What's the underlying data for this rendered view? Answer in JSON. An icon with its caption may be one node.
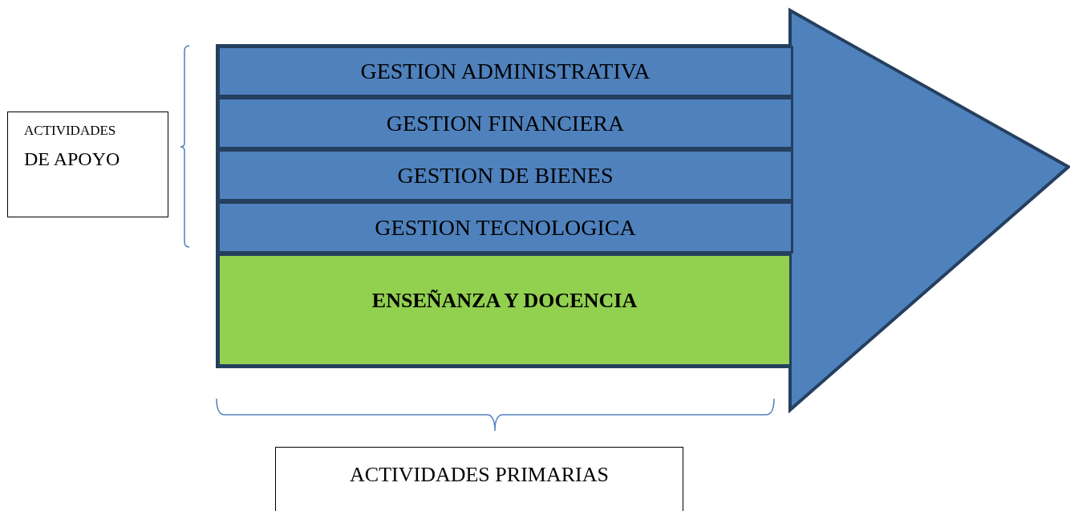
{
  "diagram": {
    "nodes": [
      {
        "text": [
          "ACTIVIDADES",
          "DE APOYO"
        ]
      },
      {
        "text": [
          "GESTION ADMINISTRATIVA"
        ]
      },
      {
        "text": [
          "GESTION FINANCIERA"
        ]
      },
      {
        "text": [
          "GESTION DE BIENES"
        ]
      },
      {
        "text": [
          "GESTION TECNOLOGICA"
        ]
      },
      {
        "text": [
          "ENSEÑANZA Y DOCENCIA"
        ]
      },
      {
        "text": [
          "ACTIVIDADES PRIMARIAS"
        ]
      }
    ],
    "edges": []
  }
}
